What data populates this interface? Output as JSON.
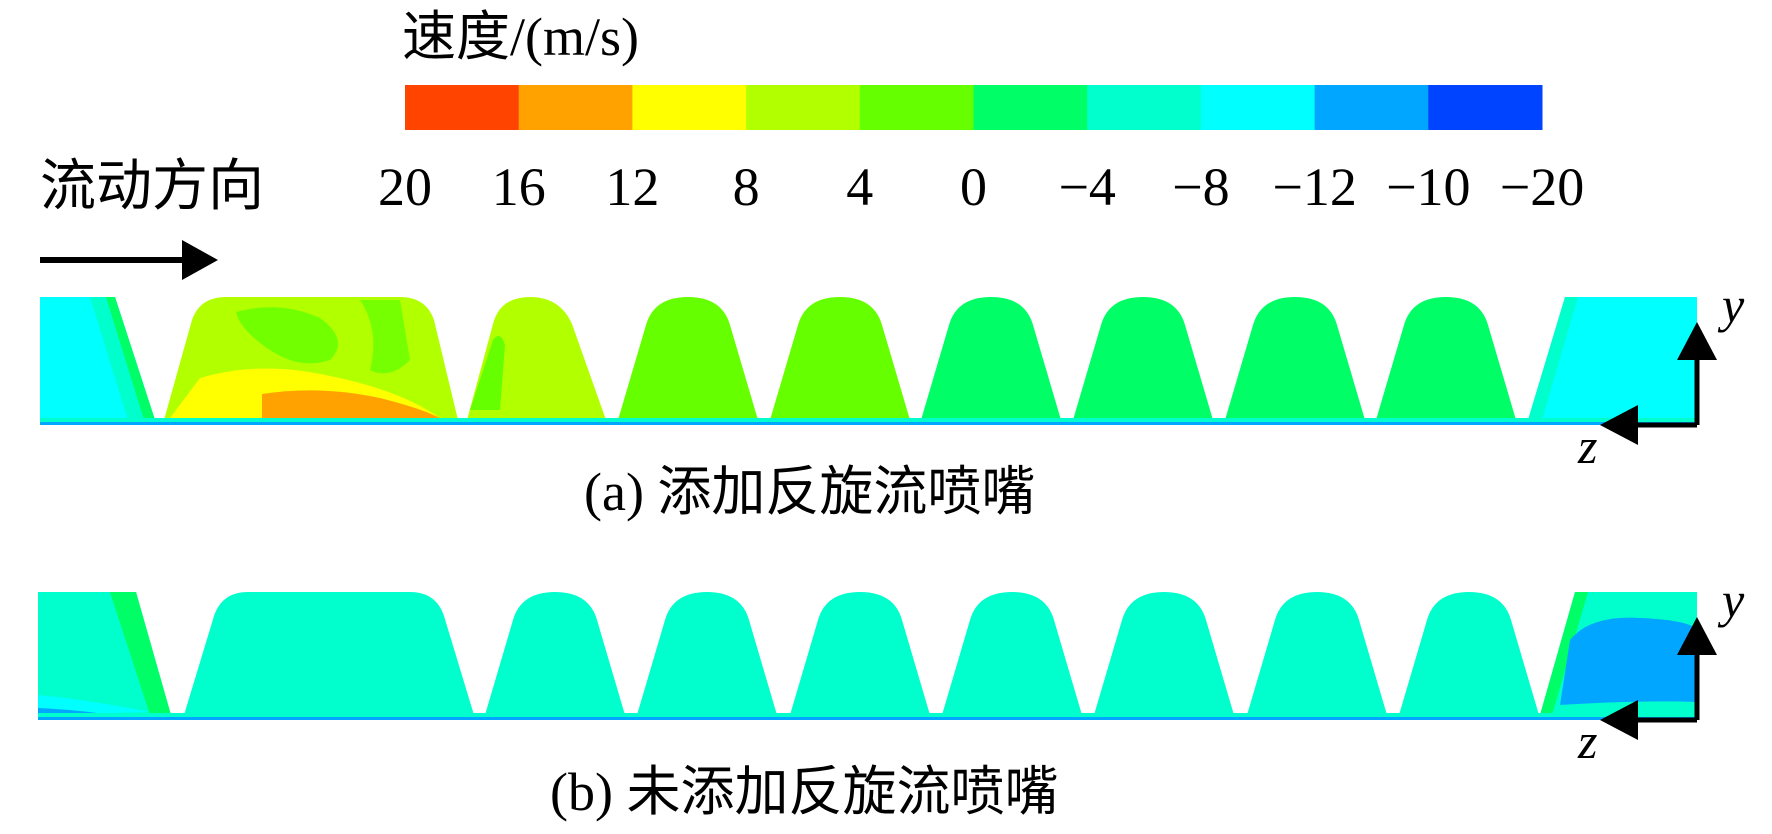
{
  "legend": {
    "title": "速度/(m/s)",
    "colors": [
      "#ff4400",
      "#ffa200",
      "#ffff00",
      "#b2ff00",
      "#66ff00",
      "#00ff66",
      "#00ffcc",
      "#00ffff",
      "#00a6ff",
      "#0044ff"
    ],
    "labels": [
      "20",
      "16",
      "12",
      "8",
      "4",
      "0",
      "−4",
      "−8",
      "−12",
      "−10",
      "−20"
    ]
  },
  "flow_direction": {
    "label": "流动方向"
  },
  "axes": {
    "y": "y",
    "z": "z"
  },
  "panels": [
    {
      "caption": "(a) 添加反旋流喷嘴"
    },
    {
      "caption": "(b) 未添加反旋流喷嘴"
    }
  ]
}
